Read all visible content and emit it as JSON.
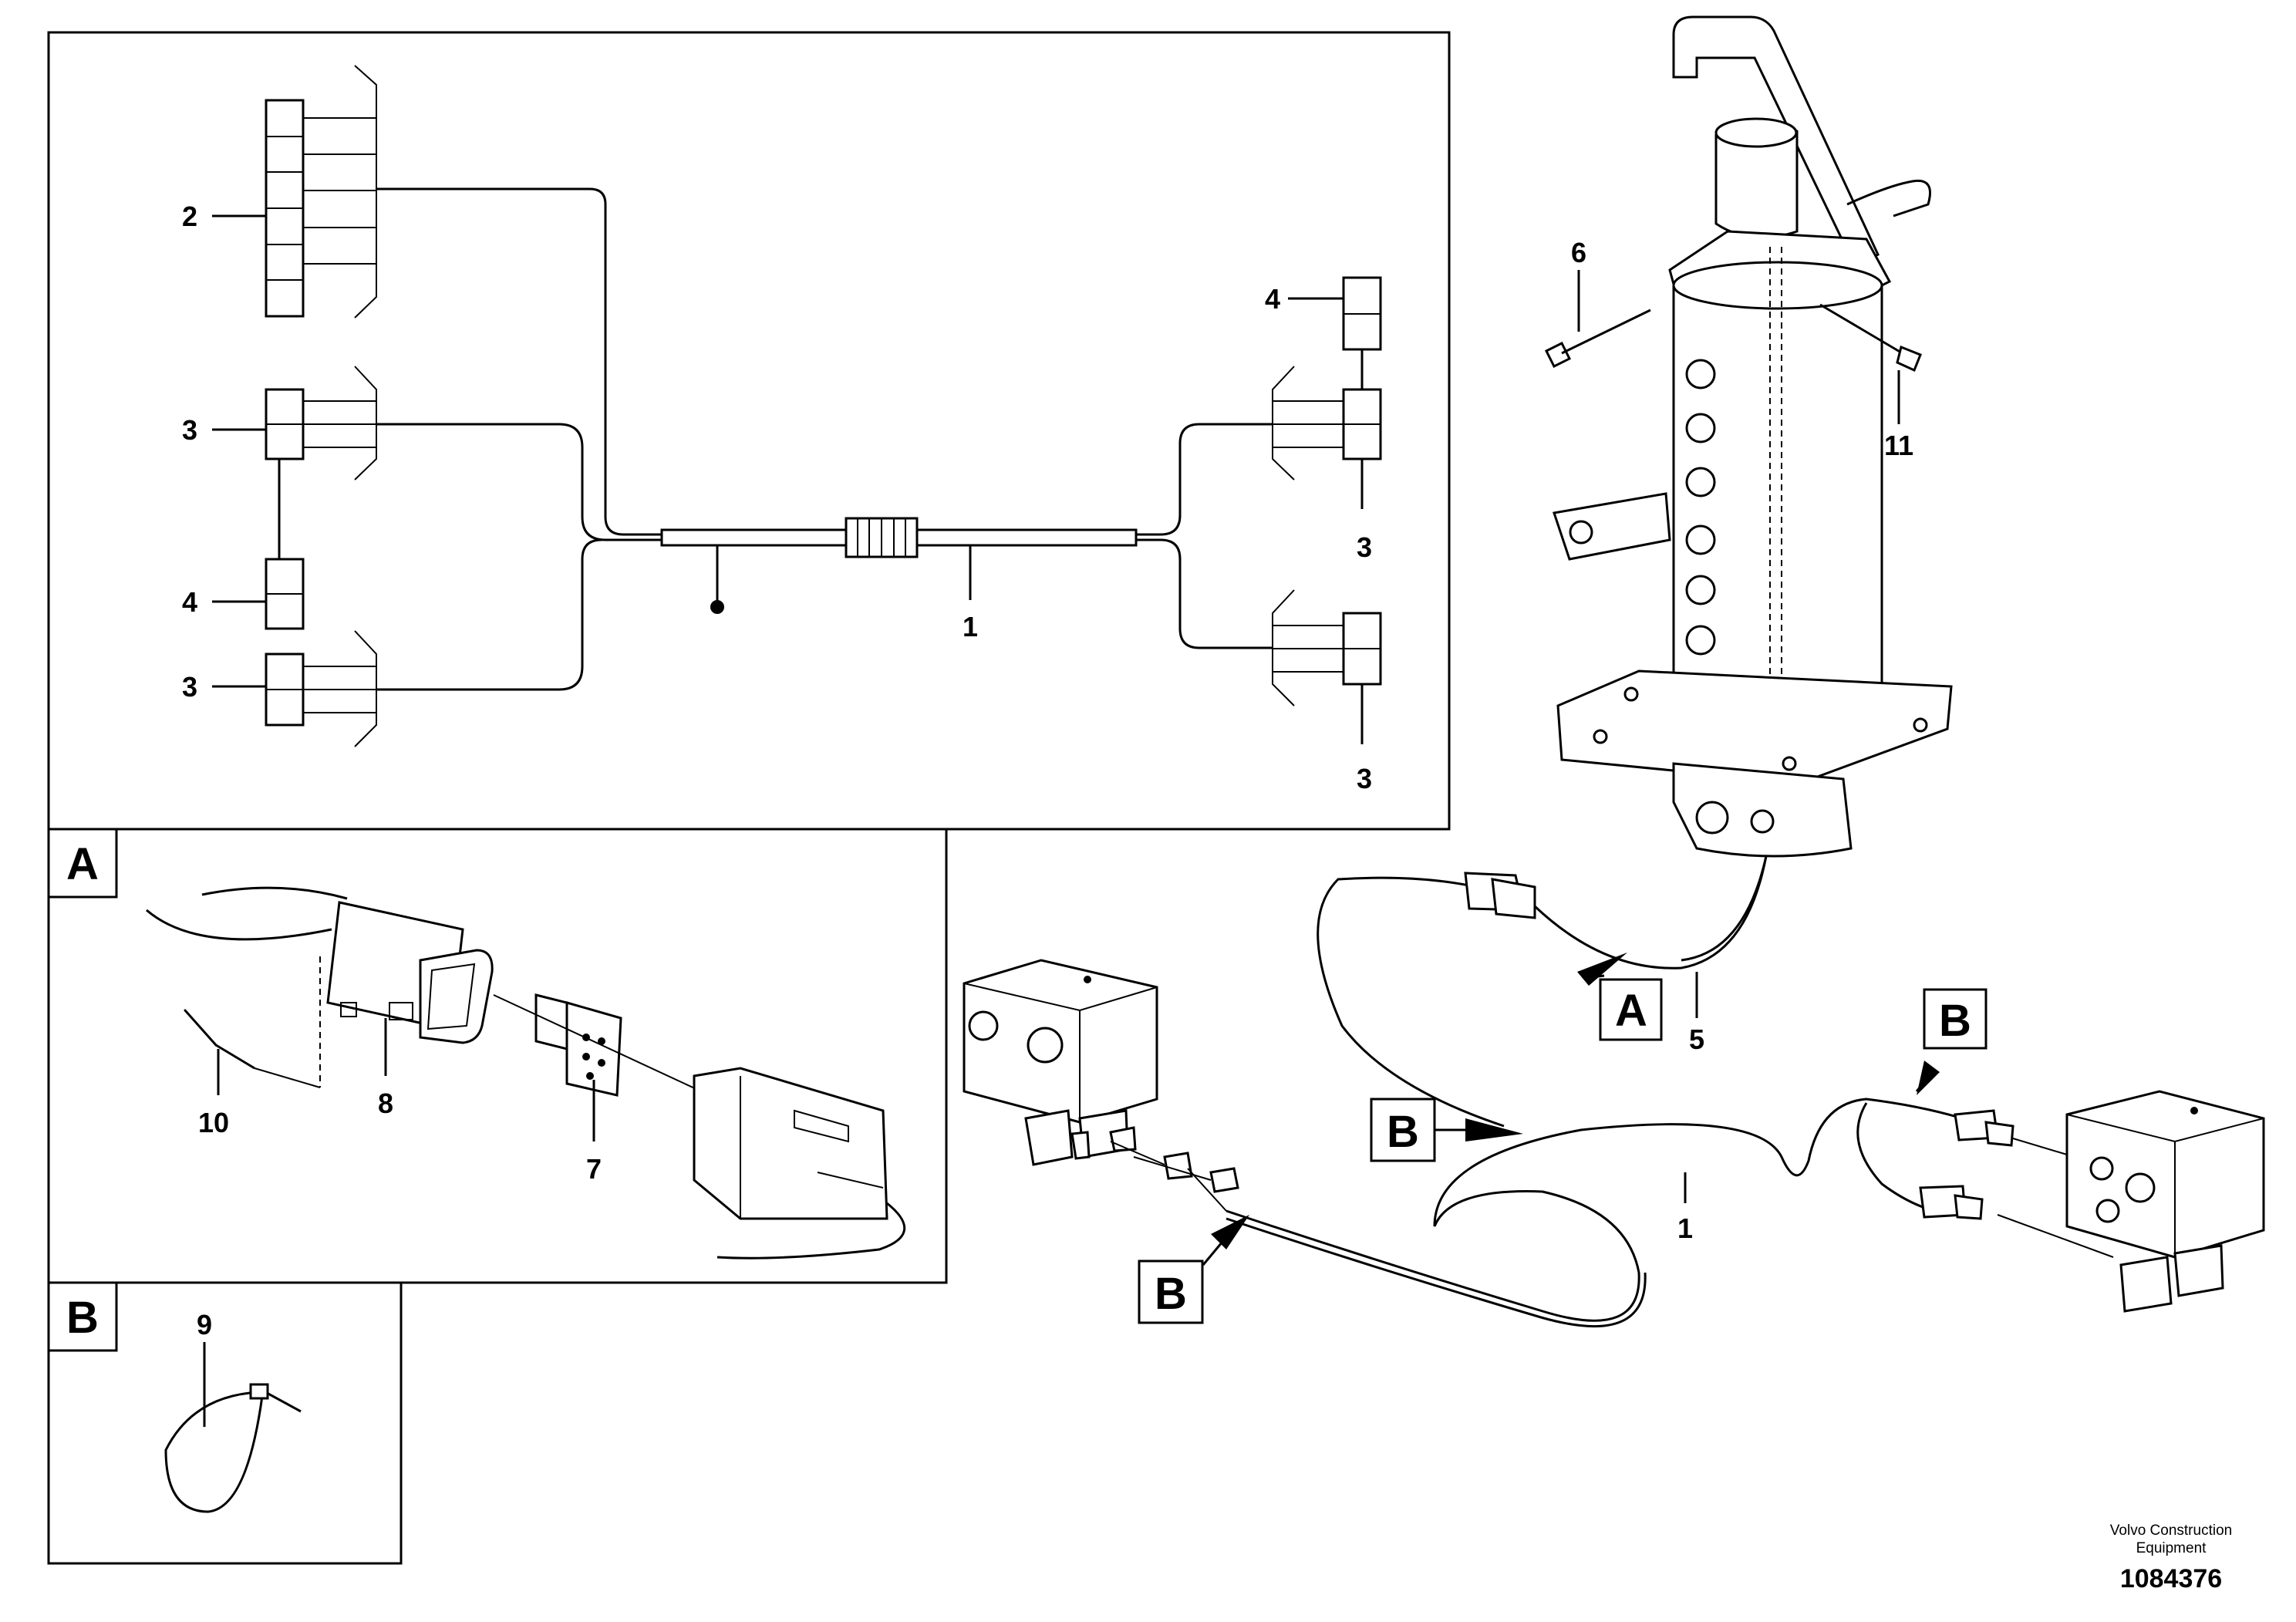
{
  "callouts": {
    "n1_schematic": "1",
    "n2": "2",
    "n3_left_top": "3",
    "n4_left": "4",
    "n3_left_bottom": "3",
    "n4_right": "4",
    "n3_right_top": "3",
    "n3_right_bottom": "3",
    "n10": "10",
    "n8": "8",
    "n7": "7",
    "n9": "9",
    "n6": "6",
    "n11": "11",
    "n5": "5",
    "n1_harness": "1"
  },
  "detail_labels": {
    "panel_a": "A",
    "panel_b": "B",
    "pointer_a": "A",
    "pointer_b_top_right": "B",
    "pointer_b_mid": "B",
    "pointer_b_lower": "B"
  },
  "footer": {
    "company_line1": "Volvo Construction",
    "company_line2": "Equipment",
    "drawing_number": "1084376"
  },
  "icons": [
    "swivel-joint-illustration",
    "solenoid-valve-illustration",
    "connector-illustration",
    "cable-tie-illustration"
  ]
}
